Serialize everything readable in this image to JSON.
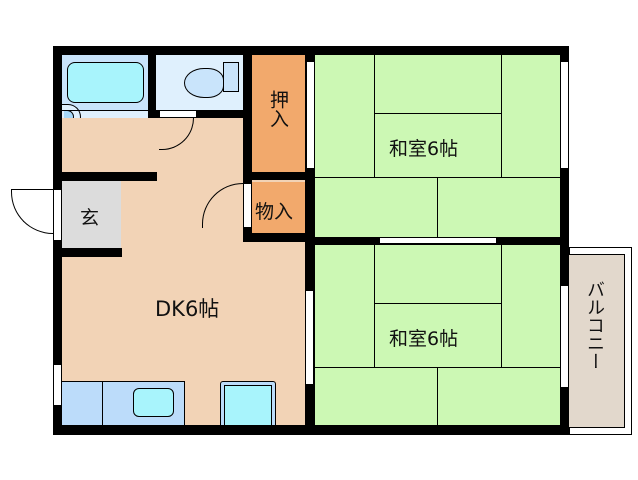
{
  "floor_plan": {
    "rooms": [
      {
        "id": "dk",
        "label": "DK6帖",
        "type": "dining-kitchen"
      },
      {
        "id": "washitsu-upper",
        "label": "和室6帖",
        "type": "japanese-room"
      },
      {
        "id": "washitsu-lower",
        "label": "和室6帖",
        "type": "japanese-room"
      },
      {
        "id": "oshiire",
        "label": "押入",
        "type": "closet"
      },
      {
        "id": "mono-ire",
        "label": "物入",
        "type": "storage"
      },
      {
        "id": "genkan",
        "label": "玄",
        "type": "entrance"
      },
      {
        "id": "balcony",
        "label": "バルコニー",
        "type": "balcony"
      },
      {
        "id": "bath",
        "label": "",
        "type": "bathroom"
      },
      {
        "id": "toilet",
        "label": "",
        "type": "toilet"
      }
    ],
    "colors": {
      "wall": "#000000",
      "tatami": "#ccf8b4",
      "dk_floor": "#f2d3b6",
      "closet": "#f2a96c",
      "bath": "#c9e4fb",
      "bath_light": "#dff0fd",
      "tub": "#a8f4fc",
      "genkan": "#dcdcdc",
      "balcony": "#e2d8cc",
      "kitchen_counter": "#bcdcfa"
    }
  }
}
